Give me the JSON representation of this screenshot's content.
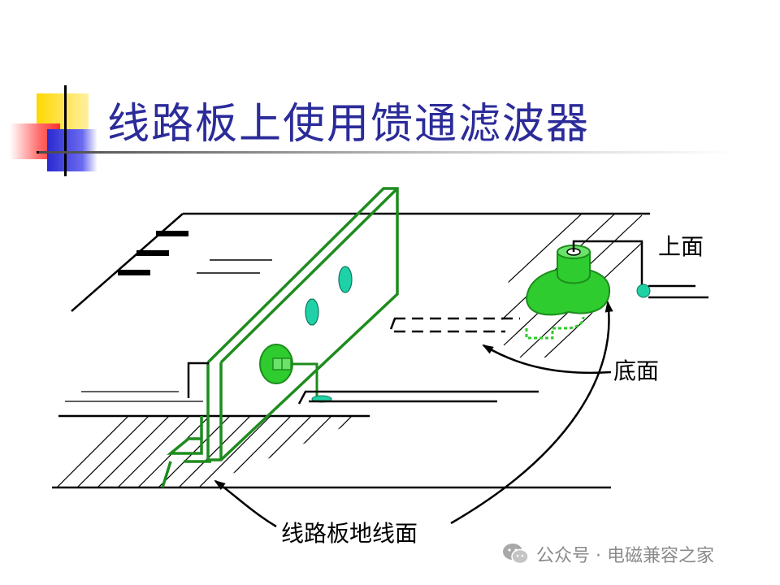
{
  "title": "线路板上使用馈通滤波器",
  "labels": {
    "top_face": "上面",
    "bottom_face": "底面",
    "ground_plane": "线路板地线面"
  },
  "watermark": "公众号 · 电磁兼容之家",
  "colors": {
    "title": "#2b2b9a",
    "green_outline": "#1e8c1e",
    "green_fill": "#2ecc2e",
    "teal_fill": "#1fd1a6"
  },
  "icons": [
    "wechat-icon"
  ]
}
